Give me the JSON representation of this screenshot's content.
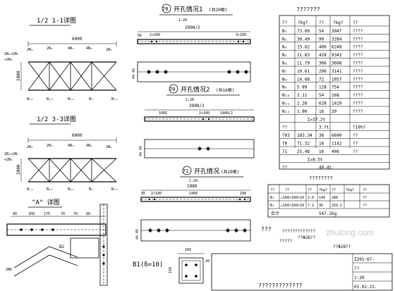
{
  "sections": {
    "s11": {
      "title": "1/2  1-1详图",
      "dim_top": "6000",
      "dim_side": "2000"
    },
    "s33": {
      "title": "1/2  3-3详图",
      "dim_top": "6000",
      "dim_side": "2000"
    },
    "detail_a": {
      "title": "\"A\" 详图",
      "dims": [
        "40",
        "100",
        "175",
        "70",
        "70",
        "60"
      ]
    },
    "b1_section": {
      "title": "B1(δ=10)",
      "dim_top": "160",
      "dim_side": "160",
      "dim_inner": "20"
    }
  },
  "truss_labels": {
    "top": [
      "2N₁",
      "2N₂",
      "4N₃",
      "4N₄",
      "2N₅"
    ],
    "left": [
      "2N₆+2N₇",
      "+2N₈"
    ],
    "bottom": [
      "N₁₂",
      "N₁₃",
      "N₂₂",
      "N₃",
      "N₁₂"
    ]
  },
  "beams": [
    {
      "title": "开孔情况1",
      "circle": "70",
      "note": "(共20根)",
      "scale": "1:20",
      "dim_top": "3990/2",
      "dim_left": "95",
      "dim_mid": "2×100",
      "dim_right": "3×100",
      "dim_side": "44 45"
    },
    {
      "title": "开孔情况2",
      "circle": "70",
      "note": "(共16根)",
      "scale": "1:20",
      "dim_top": "3990/2",
      "dim_left": "1095",
      "dim_mid": "2×100",
      "dim_right": "1400/2",
      "dim_side": "44 45"
    },
    {
      "title": "开孔情况",
      "circle": "71",
      "note": "(共20根)",
      "scale": "1:20",
      "dim_top": "1980",
      "dim_left": "95",
      "dim_mid": "2×100",
      "dim_mid2": "1400",
      "dim_right": "100",
      "dim_side": "44 45"
    }
  ],
  "table1": {
    "title": "???????",
    "header": [
      "??",
      "?kg?",
      "??",
      "?kg?",
      "??"
    ],
    "rows": [
      [
        "N₁",
        "73.09",
        "54",
        "3947",
        "????"
      ],
      [
        "N₂",
        "36.49",
        "90",
        "3284",
        "????"
      ],
      [
        "N₄",
        "15.62",
        "400",
        "6248",
        "????"
      ],
      [
        "N₅",
        "21.83",
        "428",
        "9343",
        "????"
      ],
      [
        "N₆",
        "11.79",
        "306",
        "3608",
        "????"
      ],
      [
        "N₇",
        "10.61",
        "296",
        "3141",
        "????"
      ],
      [
        "N₈",
        "14.68",
        "72",
        "1057",
        "????"
      ],
      [
        "N₉",
        "5.89",
        "128",
        "754",
        "????"
      ],
      [
        "N₁₀",
        "3.11",
        "54",
        "168",
        "????"
      ],
      [
        "N₁₁",
        "2.28",
        "628",
        "1419",
        "????"
      ],
      [
        "N₁₂",
        "1.80",
        "16",
        "29",
        "????"
      ]
    ],
    "sum1": "Σ=37.2t",
    "mid_row": [
      "??",
      "",
      "3.7t",
      "?10%?"
    ],
    "rows2": [
      [
        "703",
        "183.34",
        "36",
        "6600",
        "??"
      ],
      [
        "70",
        "71.32",
        "16",
        "1142",
        "??"
      ],
      [
        "71",
        "25.48",
        "16",
        "406",
        "??"
      ]
    ],
    "sum2": "Σ=8.5t",
    "total_label": "??",
    "total": "49.4t"
  },
  "table2": {
    "title": "????????",
    "header": [
      "??",
      "??",
      "??",
      "?kg?",
      "??",
      "?kg?",
      "??"
    ],
    "rows": [
      [
        "B₁",
        "⊥160×160×10",
        "2.0",
        "144",
        "288",
        "??"
      ],
      [
        "B₁",
        "⊥160×160×10",
        "7.2",
        "36",
        "259.2",
        "??"
      ]
    ],
    "total_label": "合计",
    "total": "547.2kg"
  },
  "notes": {
    "n1": "???",
    "n2": "?????????????",
    "n3": "?????",
    "bolt1": "??Φ26??",
    "bolt2": "??Φ28??"
  },
  "title_block": {
    "dwg_no": "ZZ01-07-",
    "scale": "1:20",
    "date": "01.02.23.",
    "title": "?????????????",
    "sheet": "??"
  },
  "watermark": "zhulong.com"
}
